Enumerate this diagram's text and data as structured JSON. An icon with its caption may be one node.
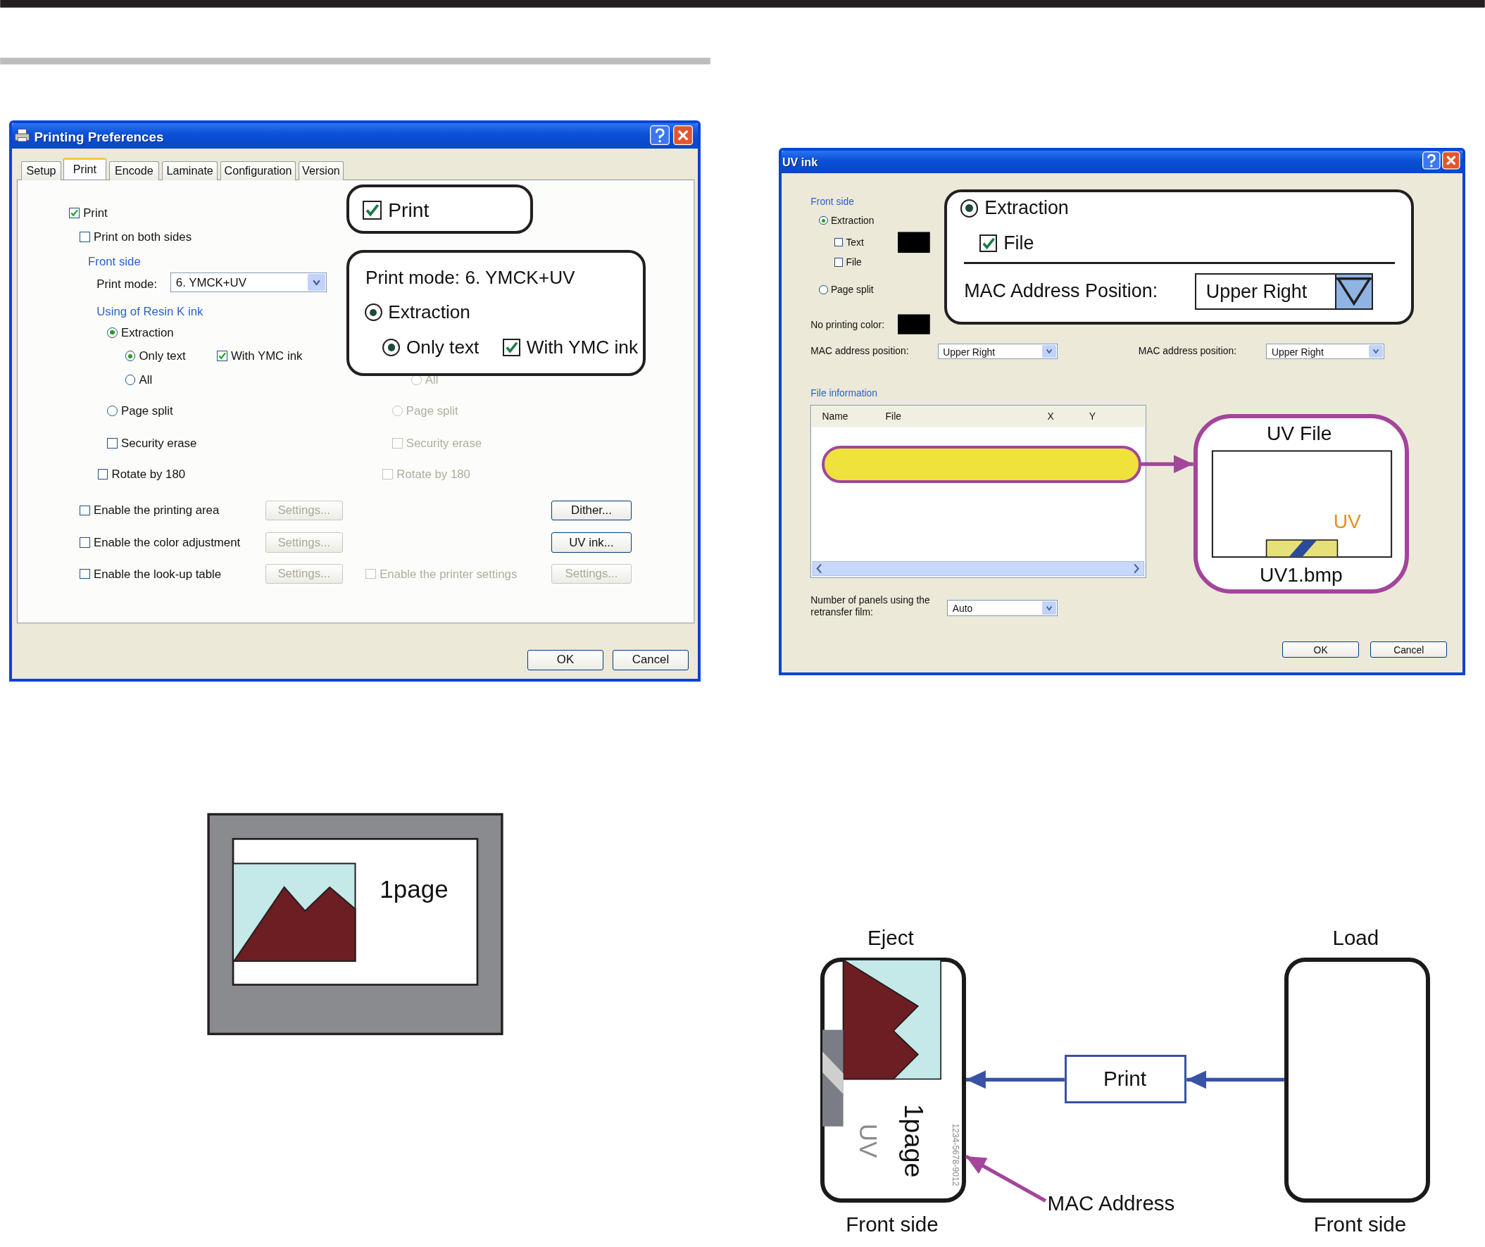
{
  "diagram": {
    "nodes": [
      {
        "text": [
          "Printing Preferences"
        ]
      },
      {
        "text": [
          "Print"
        ],
        "in": 0
      },
      {
        "text": [
          "Print mode: 6. YMCK+UV",
          "Extraction",
          "Only text",
          "With YMC ink"
        ],
        "in": 0
      },
      {
        "text": [
          "UV ink"
        ]
      },
      {
        "text": [
          "Extraction",
          "File",
          "MAC Address Position:",
          "Upper Right"
        ],
        "in": 3
      },
      {
        "text": [],
        "shape": "bar",
        "in": 3
      },
      {
        "text": [
          "UV File",
          "UV",
          "UV1.bmp"
        ],
        "in": 3
      },
      {
        "text": [
          "Eject",
          "1page",
          "UV",
          "1234-5678-9012"
        ],
        "beside": [
          "Front side"
        ]
      },
      {
        "text": [
          "Print"
        ]
      },
      {
        "text": [
          "Load"
        ],
        "beside": [
          "Front side"
        ]
      },
      {
        "text": [
          "MAC Address"
        ]
      }
    ],
    "edges": [
      {
        "from": 5,
        "to": 6,
        "arrow": "to",
        "color": "#a3459b"
      },
      {
        "from": 9,
        "to": 8,
        "arrow": "to",
        "color": "#3a52a3"
      },
      {
        "from": 8,
        "to": 7,
        "arrow": "to",
        "color": "#3a52a3"
      },
      {
        "from": 10,
        "to": 7,
        "arrow": "to",
        "color": "#a3459b"
      }
    ],
    "labels": [
      "Setup",
      "Print",
      "Encode",
      "Laminate",
      "Configuration",
      "Version",
      "Print",
      "Print on both sides",
      "Front side",
      "Print mode:",
      "6. YMCK+UV",
      "Using of Resin K ink",
      "Extraction",
      "Only text",
      "With YMC ink",
      "All",
      "Page split",
      "Security erase",
      "Rotate by 180",
      "Enable the printing area",
      "Settings...",
      "Enable the color adjustment",
      "Settings...",
      "Enable the look-up table",
      "Settings...",
      "All",
      "Page split",
      "Security erase",
      "Rotate by 180",
      "Dither...",
      "UV ink...",
      "Enable the printer settings",
      "Settings...",
      "OK",
      "Cancel",
      "Front side",
      "Extraction",
      "Text",
      "File",
      "Page split",
      "No printing color:",
      "MAC address position:",
      "Upper Right",
      "MAC address position:",
      "Upper Right",
      "File information",
      "Name",
      "File",
      "X",
      "Y",
      "Number of panels using the retransfer film:",
      "Auto",
      "OK",
      "Cancel",
      "1page"
    ]
  }
}
